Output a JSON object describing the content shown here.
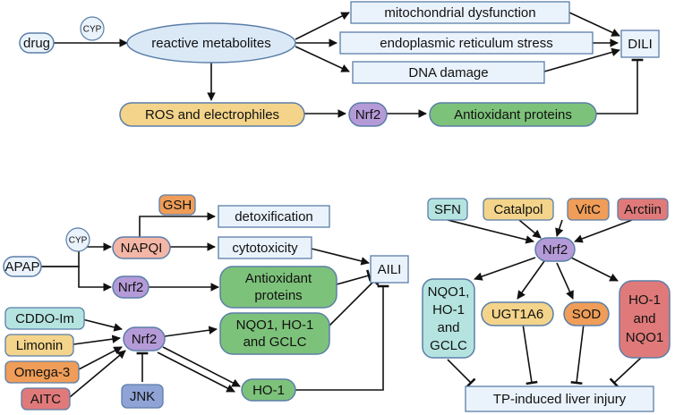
{
  "colors": {
    "light_blue": "#eaf3fc",
    "box_border": "#5b7ea8",
    "yellow": "#f3d48a",
    "purple": "#b59ad8",
    "green": "#7dc27a",
    "peach": "#f4b6a6",
    "orange": "#ef9d58",
    "teal": "#b5e4e0",
    "red": "#e07a7a",
    "slate": "#8fa3d6",
    "line": "#111111"
  },
  "top": {
    "drug": "drug",
    "cyp": "CYP",
    "reactive_metabolites": "reactive metabolites",
    "mitochondrial": "mitochondrial dysfunction",
    "er_stress": "endoplasmic reticulum stress",
    "dna_damage": "DNA damage",
    "dili": "DILI",
    "ros": "ROS and electrophiles",
    "nrf2": "Nrf2",
    "antioxidant": "Antioxidant proteins"
  },
  "apap": {
    "apap": "APAP",
    "cyp": "CYP",
    "napqi": "NAPQI",
    "gsh": "GSH",
    "detox": "detoxification",
    "cytotox": "cytotoxicity",
    "aili": "AILI",
    "nrf2_top": "Nrf2",
    "antiox_line1": "Antioxidant",
    "antiox_line2": "proteins",
    "cddo": "CDDO-Im",
    "limonin": "Limonin",
    "omega3": "Omega-3",
    "aitc": "AITC",
    "nrf2_bottom": "Nrf2",
    "nqo1_line1": "NQO1, HO-1",
    "nqo1_line2": "and GCLC",
    "ho1": "HO-1",
    "jnk": "JNK"
  },
  "tp": {
    "sfn": "SFN",
    "catalpol": "Catalpol",
    "vitc": "VitC",
    "arctiin": "Arctiin",
    "nrf2": "Nrf2",
    "nqo1_line1": "NQO1,",
    "nqo1_line2": "HO-1",
    "nqo1_line3": "and",
    "nqo1_line4": "GCLC",
    "ugt": "UGT1A6",
    "sod": "SOD",
    "ho1_line1": "HO-1",
    "ho1_line2": "and",
    "ho1_line3": "NQO1",
    "injury": "TP-induced liver injury"
  }
}
